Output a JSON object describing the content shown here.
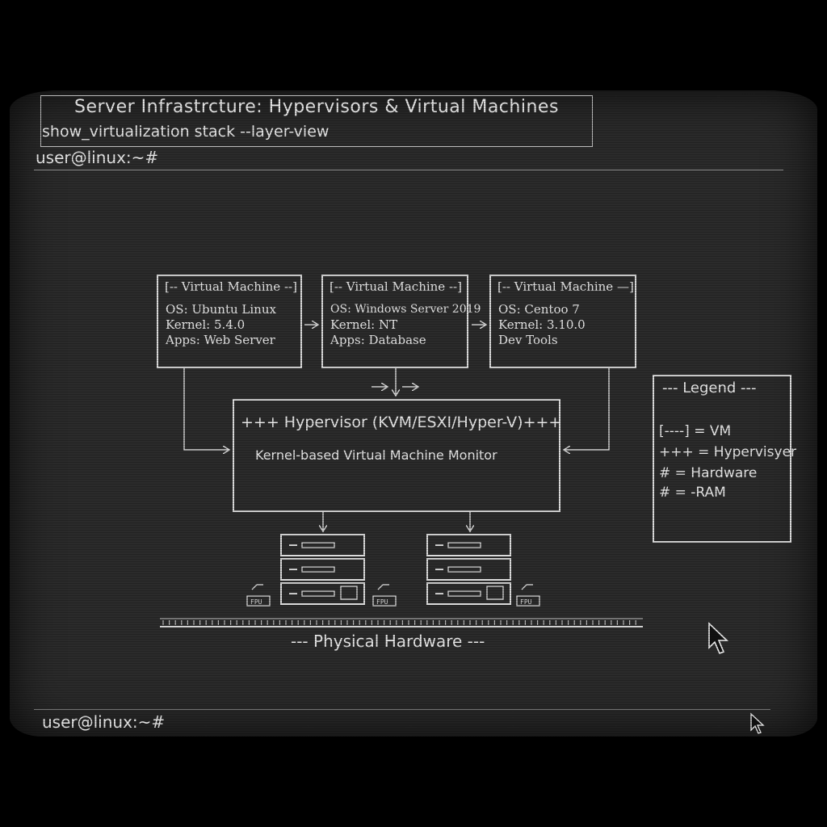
{
  "terminal": {
    "title": "Server Infrastrcture: Hypervisors & Virtual Machines",
    "command": "show_virtualization stack --layer-view",
    "prompt_top": "user@linux:~#",
    "prompt_bottom": "user@linux:~#"
  },
  "vms": [
    {
      "header": "[-- Virtual Machine --]",
      "line1": "OS: Ubuntu Linux",
      "line2": "Kernel: 5.4.0",
      "line3": "Apps: Web Server"
    },
    {
      "header": "[-- Virtual Machine --]",
      "line1": "OS: Windows Server 2019",
      "line2": "Kernel: NT",
      "line3": "Apps: Database"
    },
    {
      "header": "[-- Virtual Machine —]",
      "line1": "OS: Centoo 7",
      "line2": "Kernel: 3.10.0",
      "line3": "Dev Tools"
    }
  ],
  "hypervisor": {
    "title": "+++ Hypervisor (KVM/ESXI/Hyper-V)+++",
    "subtitle": "Kernel-based Virtual Machine Monitor"
  },
  "legend": {
    "title": "--- Legend ---",
    "items": [
      "[----] = VM",
      "+++ = Hypervisyer",
      "# = Hardware",
      "# = -RAM"
    ]
  },
  "hardware": {
    "label": "--- Physical Hardware ---",
    "chip_left_a": "FPU",
    "chip_left_b": "FPU",
    "chip_right": "FPU"
  },
  "icons": [
    "server-rack-icon",
    "chip-icon",
    "mouse-cursor-icon",
    "arrow-icon"
  ]
}
